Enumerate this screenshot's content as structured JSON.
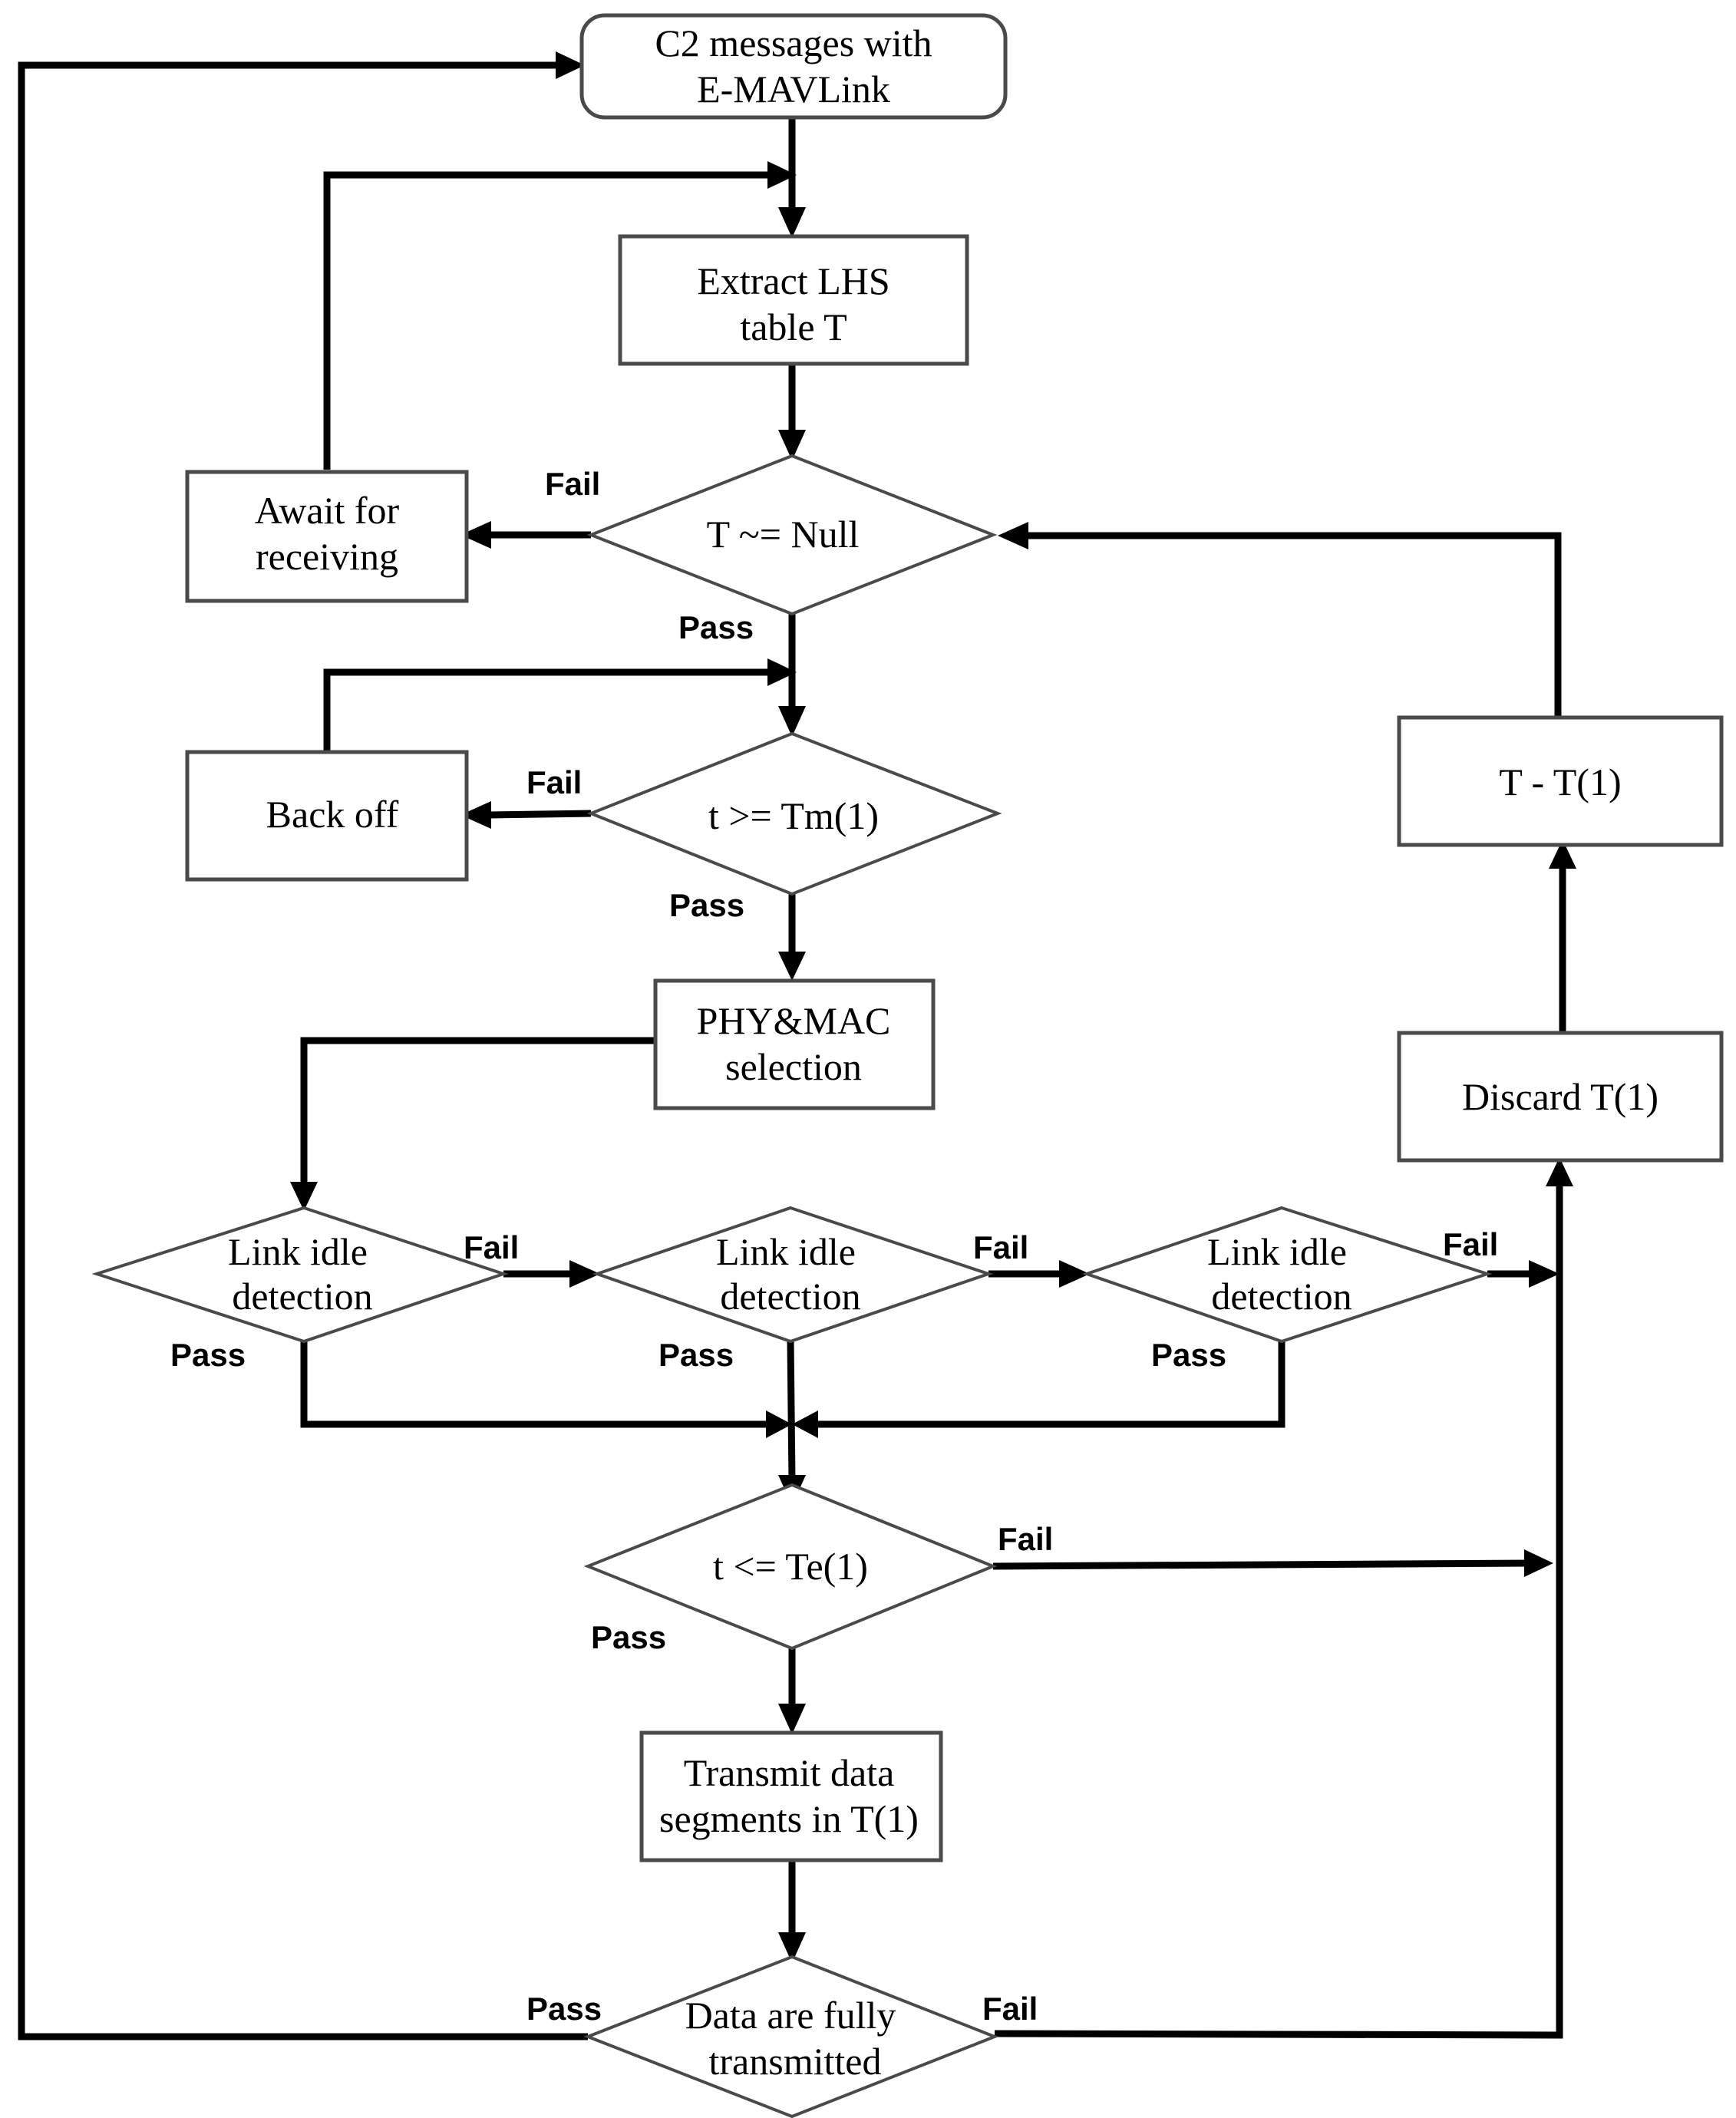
{
  "nodes": {
    "start": [
      "C2 messages with",
      "E-MAVLink"
    ],
    "extract": [
      "Extract LHS",
      "table T"
    ],
    "await": [
      "Await for",
      "receiving"
    ],
    "null_check": [
      "T ~= Null"
    ],
    "backoff": [
      "Back off"
    ],
    "tm_check": [
      "t >= Tm(1)"
    ],
    "phymac": [
      "PHY&MAC",
      "selection"
    ],
    "idle1": [
      "Link idle",
      "detection"
    ],
    "idle2": [
      "Link idle",
      "detection"
    ],
    "idle3": [
      "Link idle",
      "detection"
    ],
    "te_check": [
      "t <= Te(1)"
    ],
    "transmit": [
      "Transmit data",
      "segments in T(1)"
    ],
    "full_check": [
      "Data are fully",
      "transmitted"
    ],
    "discard": [
      "Discard T(1)"
    ],
    "t_minus": [
      "T - T(1)"
    ]
  },
  "labels": {
    "null_fail": "Fail",
    "null_pass": "Pass",
    "tm_fail": "Fail",
    "tm_pass": "Pass",
    "idle1_fail": "Fail",
    "idle1_pass": "Pass",
    "idle2_fail": "Fail",
    "idle2_pass": "Pass",
    "idle3_fail": "Fail",
    "idle3_pass": "Pass",
    "te_fail": "Fail",
    "te_pass": "Pass",
    "full_pass": "Pass",
    "full_fail": "Fail"
  }
}
